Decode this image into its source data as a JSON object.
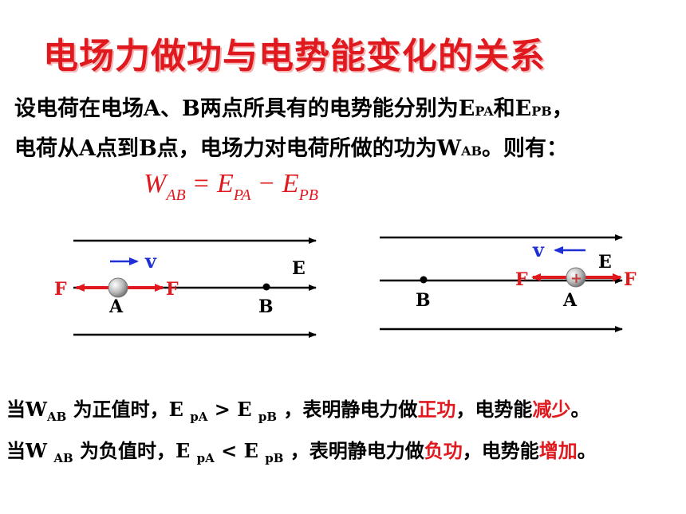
{
  "title": "电场力做功与电势能变化的关系",
  "intro": {
    "l1_a": "设电荷在电场",
    "l1_b": "A",
    "l1_c": "、",
    "l1_d": "B",
    "l1_e": "两点所具有的电势能分别为",
    "l1_f": "E",
    "l1_f_sub": "PA",
    "l1_g": "和",
    "l1_h": "E",
    "l1_h_sub": "PB",
    "l1_i": "，",
    "l2_a": "电荷从",
    "l2_b": "A",
    "l2_c": "点到",
    "l2_d": "B",
    "l2_e": "点，电场力对电荷所做的功为",
    "l2_f": "W",
    "l2_f_sub": "AB",
    "l2_g": "。则有："
  },
  "formula": {
    "w": "W",
    "w_sub": "AB",
    "eq": "=",
    "e1": "E",
    "e1_sub": "PA",
    "minus": "−",
    "e2": "E",
    "e2_sub": "PB"
  },
  "diagram_left": {
    "field_label": "E",
    "velocity_label": "v",
    "force_left": "F",
    "force_right": "F",
    "point_a": "A",
    "point_b": "B"
  },
  "diagram_right": {
    "field_label": "E",
    "velocity_label": "v",
    "force_left": "F",
    "force_right": "F",
    "charge_sign": "+",
    "point_a": "A",
    "point_b": "B"
  },
  "bottom": {
    "r1_a": "当W",
    "r1_sub1": "AB",
    "r1_b": " 为正值时，E ",
    "r1_sub2": "pA",
    "r1_c": " > E ",
    "r1_sub3": "pB",
    "r1_d": " ，表明静电力做",
    "r1_red1": "正功",
    "r1_e": "，电势能",
    "r1_red2": "减少",
    "r1_f": "。",
    "r2_a": "当W ",
    "r2_sub1": "AB",
    "r2_b": " 为负值时，E ",
    "r2_sub2": "pA",
    "r2_c": " < E ",
    "r2_sub3": "pB",
    "r2_d": " ，表明静电力做",
    "r2_red1": "负功",
    "r2_e": "，电势能",
    "r2_red2": "增加",
    "r2_f": "。"
  },
  "colors": {
    "accent_red": "#e0191e",
    "velocity_blue": "#1f2fd6",
    "field_black": "#000000"
  }
}
